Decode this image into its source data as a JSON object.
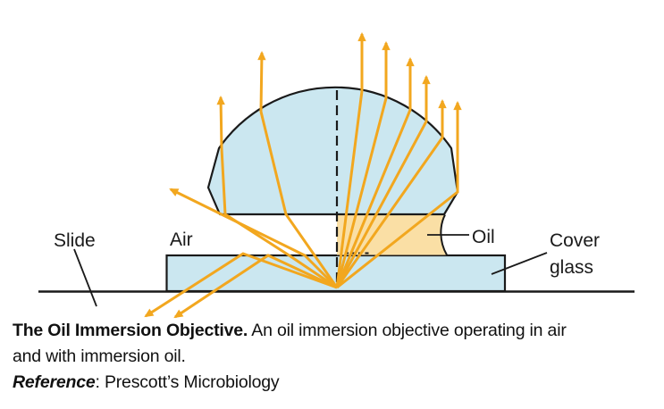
{
  "diagram": {
    "labels": {
      "slide": "Slide",
      "air": "Air",
      "oil": "Oil",
      "cover_glass_line1": "Cover",
      "cover_glass_line2": "glass"
    },
    "colors": {
      "lens_fill": "#CBE7F0",
      "glass_fill": "#CBE7F0",
      "oil_fill": "#FADFA5",
      "ray": "#F2A71F",
      "outline": "#1A1A1A"
    }
  },
  "caption": {
    "title_bold": "The Oil Immersion Objective.",
    "body_line1": " An oil immersion objective operating in air",
    "body_line2": "and with immersion oil.",
    "reference_label": "Reference",
    "reference_text": ": Prescott’s Microbiology"
  }
}
